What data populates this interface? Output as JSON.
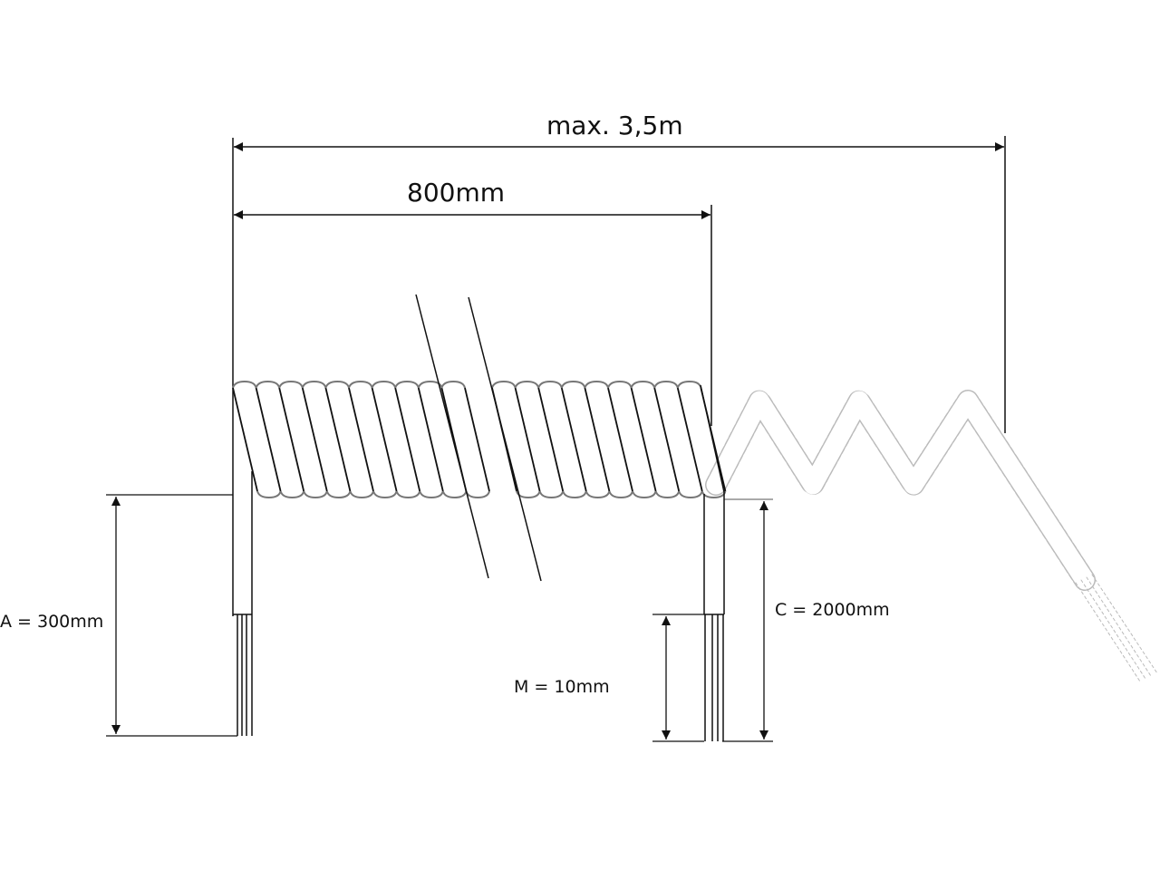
{
  "dimensions": {
    "total_length": "max. 3,5m",
    "coil_length": "800mm",
    "lead_a": "A = 300mm",
    "lead_c": "C = 2000mm",
    "strip_m": "M = 10mm"
  },
  "colors": {
    "line": "#111111",
    "coil_outline": "#777777",
    "extended": "#bbbbbb"
  },
  "coil": {
    "left_turns": 10,
    "right_turns": 9
  }
}
